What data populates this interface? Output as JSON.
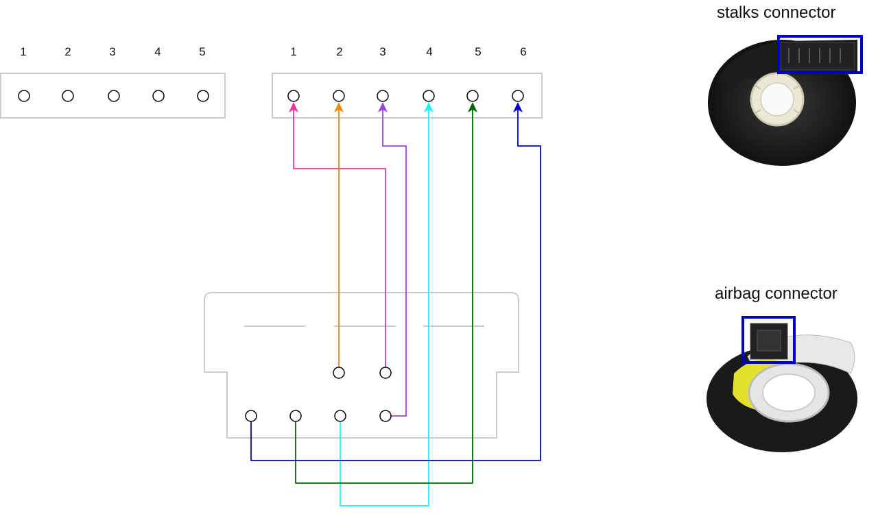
{
  "connector_5pin": {
    "pin_labels": [
      "1",
      "2",
      "3",
      "4",
      "5"
    ]
  },
  "connector_6pin": {
    "pin_labels": [
      "1",
      "2",
      "3",
      "4",
      "5",
      "6"
    ]
  },
  "photos": {
    "stalks": {
      "title": "stalks connector"
    },
    "airbag": {
      "title": "airbag connector"
    }
  },
  "wire_colors": {
    "pin1": "#ee3399",
    "pin2": "#ee8800",
    "pin3": "#9944dd",
    "pin4": "#22eeee",
    "pin5": "#006600",
    "pin6": "#0000cc"
  },
  "highlight_color": "#0000cc"
}
